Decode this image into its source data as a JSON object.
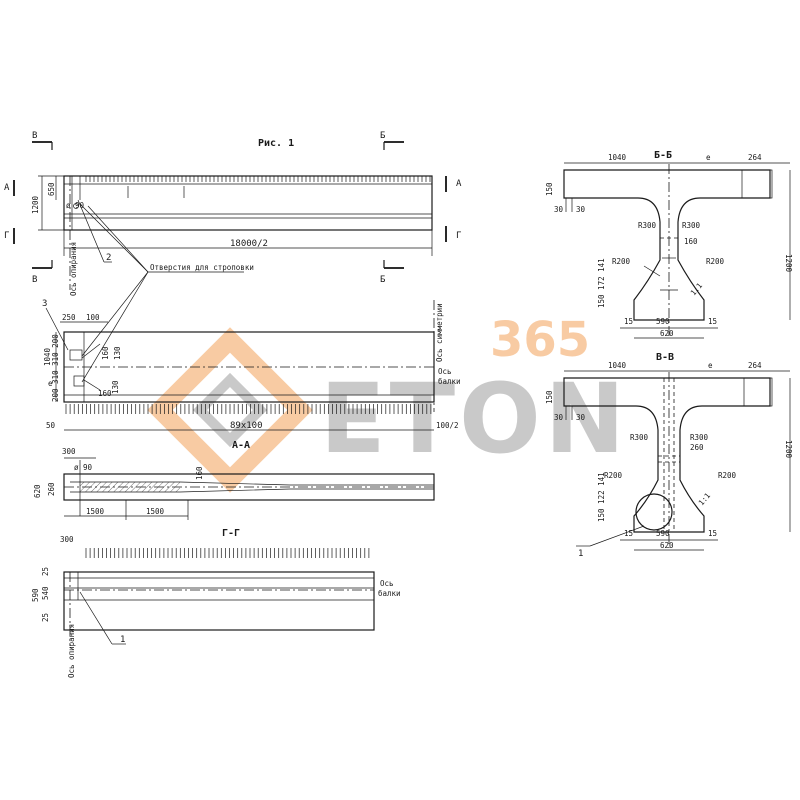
{
  "figure_title": "Рис. 1",
  "watermark": {
    "number": "365",
    "brand": "ETON",
    "color_orange": "#f4a259",
    "color_gray": "#9e9e9e"
  },
  "notes": {
    "holes": "Отверстия для строповки",
    "axis_support": "Ось опирания",
    "axis_symmetry": "Ось симметрии",
    "axis_beam_1": "Ось",
    "axis_beam_2": "балки"
  },
  "section_marks": {
    "a": "А",
    "b": "Б",
    "v": "В",
    "g": "Г"
  },
  "callouts": {
    "c1": "1",
    "c2": "2",
    "c3": "3"
  },
  "elevation": {
    "dim_1200": "1200",
    "dim_650": "650",
    "dim_phi90": "ø 90",
    "dim_half_span": "18000/2"
  },
  "plan": {
    "dim_250": "250",
    "dim_100": "100",
    "dim_1040": "1040",
    "dim_e": "e",
    "dim_200_310_310_200": "200 310 310 200",
    "dim_160a": "160",
    "dim_130a": "130",
    "dim_160b": "160",
    "dim_130b": "130",
    "dim_50": "50",
    "dim_89x100": "89х100",
    "dim_100_2": "100/2"
  },
  "section_aa": {
    "title": "А-А",
    "dim_300": "300",
    "dim_phi90": "ø 90",
    "dim_620": "620",
    "dim_260": "260",
    "dim_160": "160",
    "dim_1500a": "1500",
    "dim_1500b": "1500"
  },
  "section_gg": {
    "title": "Г-Г",
    "dim_300": "300",
    "dim_590": "590",
    "dim_25a": "25",
    "dim_540": "540",
    "dim_25b": "25"
  },
  "section_bb": {
    "title": "Б-Б",
    "dim_1040": "1040",
    "dim_e": "e",
    "dim_264": "264",
    "dim_150": "150",
    "dim_30a": "30",
    "dim_30b": "30",
    "dim_r300a": "R300",
    "dim_r300b": "R300",
    "dim_160": "160",
    "dim_1200": "1200",
    "dim_r200a": "R200",
    "dim_r200b": "R200",
    "dim_150_172_141": "150 172 141",
    "dim_slope": "1:1",
    "dim_15a": "15",
    "dim_590": "590",
    "dim_15b": "15",
    "dim_620": "620"
  },
  "section_vv": {
    "title": "В-В",
    "dim_1040": "1040",
    "dim_e": "e",
    "dim_264": "264",
    "dim_150": "150",
    "dim_30a": "30",
    "dim_30b": "30",
    "dim_r300a": "R300",
    "dim_r300b": "R300",
    "dim_260": "260",
    "dim_1200": "1200",
    "dim_r200a": "R200",
    "dim_r200b": "R200",
    "dim_150_122_141": "150 122 141",
    "dim_slope": "1:1",
    "dim_15a": "15",
    "dim_590": "590",
    "dim_15b": "15",
    "dim_620": "620",
    "callout": "1"
  }
}
